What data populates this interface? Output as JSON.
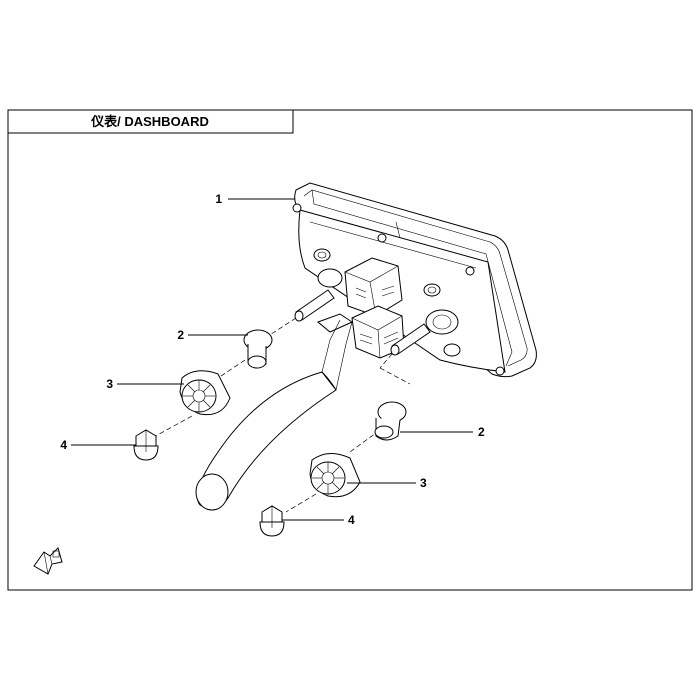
{
  "header": {
    "title": "仪表/ DASHBOARD"
  },
  "callouts": [
    {
      "id": "c1a",
      "label": "1"
    },
    {
      "id": "c2a",
      "label": "2"
    },
    {
      "id": "c3a",
      "label": "3"
    },
    {
      "id": "c4a",
      "label": "4"
    },
    {
      "id": "c2b",
      "label": "2"
    },
    {
      "id": "c3b",
      "label": "3"
    },
    {
      "id": "c4b",
      "label": "4"
    }
  ],
  "icons": {
    "front_indicator": "front-arrow-icon"
  },
  "colors": {
    "line": "#000000",
    "background": "#ffffff"
  }
}
